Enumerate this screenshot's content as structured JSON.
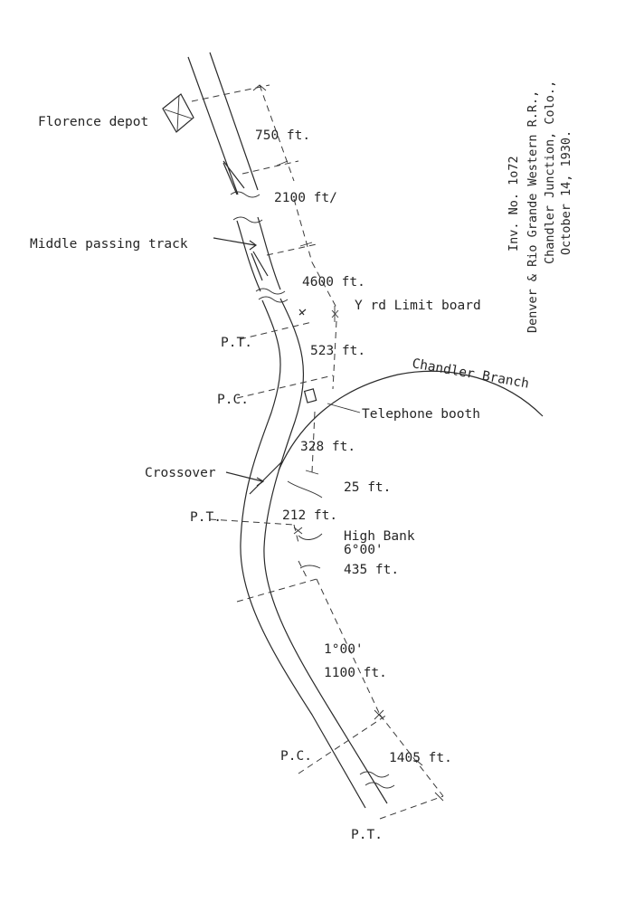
{
  "header": {
    "lines": [
      "Inv. No. 1o72",
      "Denver & Rio Grande Western R.R.,",
      "Chandler Junction, Colo.,",
      "October 14, 1930."
    ]
  },
  "labels": {
    "florence_depot": "Florence depot",
    "middle_passing_track": "Middle passing track",
    "yard_limit_board": "Y rd Limit board",
    "chandler_branch": "Chandler Branch",
    "telephone_booth": "Telephone booth",
    "crossover": "Crossover",
    "high_bank": "High Bank",
    "pt_1": "P.T.",
    "pc_1": "P.C.",
    "pt_2": "P.T.",
    "pc_2": "P.C.",
    "pt_3": "P.T."
  },
  "distances": {
    "d750": "750 ft.",
    "d2100": "2100 ft/",
    "d4600": "4600 ft.",
    "d523": "523 ft.",
    "d328": "328 ft.",
    "d25": "25 ft.",
    "d212": "212 ft.",
    "d6deg": "6°00'",
    "d435": "435 ft.",
    "d1deg": "1°00'",
    "d1100": "1100 ft.",
    "d1405": "1405 ft."
  }
}
